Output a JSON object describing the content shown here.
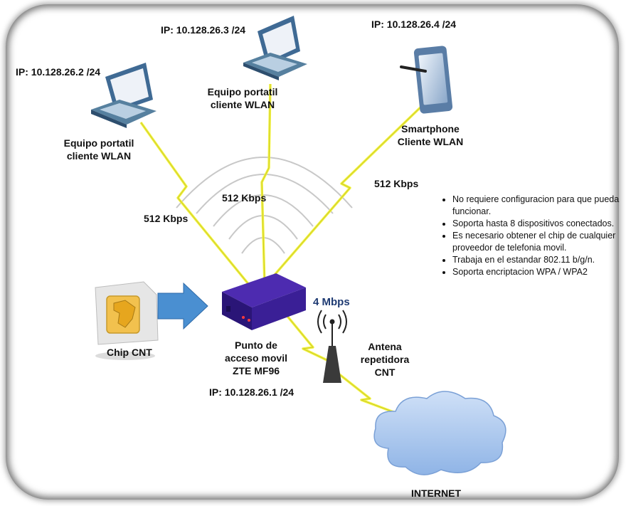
{
  "devices": {
    "laptop_left": {
      "ip": "IP: 10.128.26.2 /24",
      "label_line1": "Equipo portatil",
      "label_line2": "cliente WLAN"
    },
    "laptop_center": {
      "ip": "IP: 10.128.26.3 /24",
      "label_line1": "Equipo portatil",
      "label_line2": "cliente WLAN"
    },
    "smartphone": {
      "ip": "IP: 10.128.26.4 /24",
      "label_line1": "Smartphone",
      "label_line2": "Cliente WLAN"
    },
    "router": {
      "label_line1": "Punto de",
      "label_line2": "acceso movil",
      "label_line3": "ZTE MF96",
      "ip": "IP: 10.128.26.1 /24"
    },
    "chip": {
      "label": "Chip CNT"
    },
    "antenna": {
      "label_line1": "Antena",
      "label_line2": "repetidora",
      "label_line3": "CNT"
    },
    "cloud": {
      "label": "INTERNET"
    }
  },
  "links": {
    "left_speed": "512 Kbps",
    "center_speed": "512 Kbps",
    "right_speed": "512 Kbps",
    "uplink_speed": "4 Mbps"
  },
  "notes": [
    "No requiere configuracion para que pueda funcionar.",
    "Soporta hasta 8 dispositivos conectados.",
    "Es necesario obtener el chip de cualquier proveedor de telefonia movil.",
    "Trabaja en el estandar 802.11 b/g/n.",
    "Soporta encriptacion WPA / WPA2"
  ],
  "colors": {
    "lightning": "#f4f442",
    "router": "#3a1f96",
    "cloud": "#a9c8ef",
    "arrow": "#4a8fd1"
  }
}
